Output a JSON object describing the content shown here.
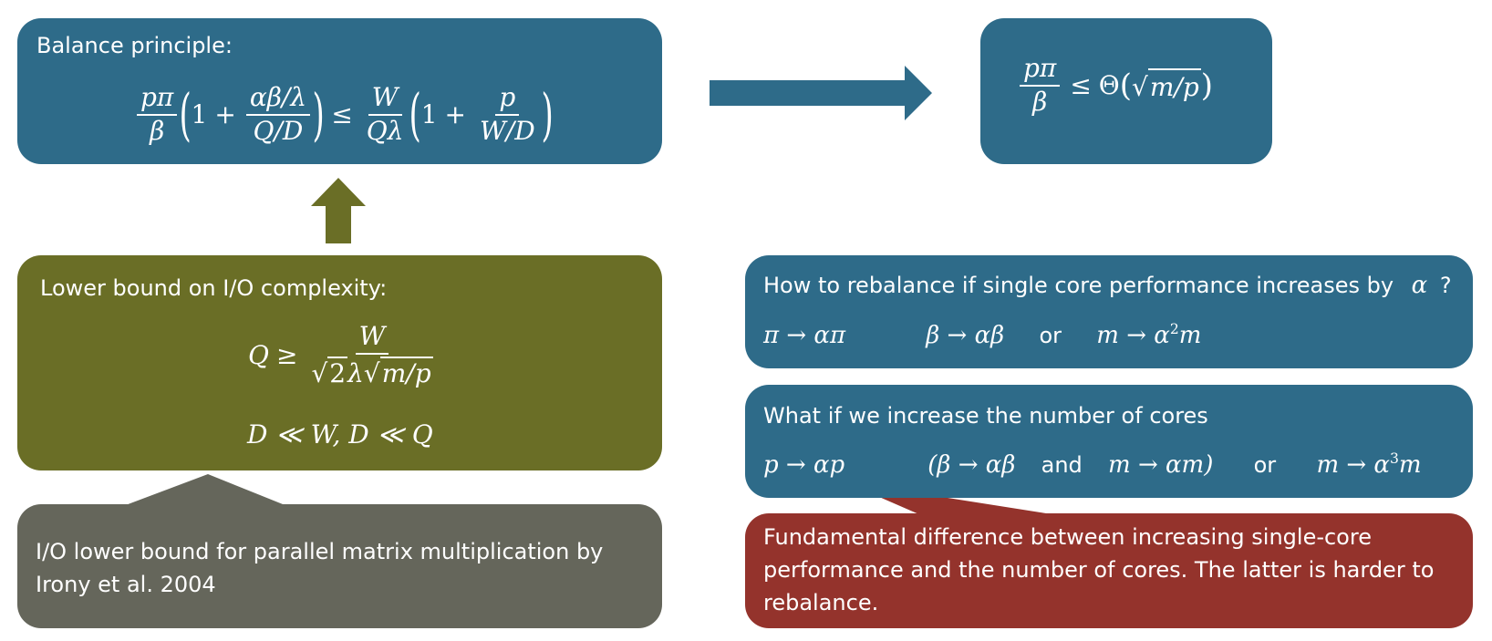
{
  "balance": {
    "heading": "Balance principle:",
    "lhs_num": "pπ",
    "lhs_den": "β",
    "one": "1",
    "plus": "+",
    "t1_num": "αβ/λ",
    "t1_den": "Q/D",
    "leq": "≤",
    "rhs_num": "W",
    "rhs_den": "Qλ",
    "t2_num": "p",
    "t2_den": "W/D"
  },
  "result": {
    "num": "pπ",
    "den": "β",
    "leq": "≤",
    "theta": "Θ",
    "radicand": "m/p"
  },
  "lower_bound": {
    "heading": "Lower bound on I/O complexity:",
    "lhs": "Q",
    "geq": "≥",
    "num": "W",
    "den_root": "2",
    "den_lambda": "λ",
    "den_radicand": "m/p",
    "condition": "D ≪ W, D ≪ Q"
  },
  "citation": {
    "text": "I/O lower bound for parallel matrix multiplication by Irony et al. 2004"
  },
  "rebalance_single": {
    "question": "How to rebalance if single core performance increases by",
    "factor": "α",
    "qmark": "?",
    "expr1": "π → απ",
    "expr2": "β → αβ",
    "or": "or",
    "expr3_base": "m → α",
    "expr3_exp": "2",
    "expr3_tail": "m"
  },
  "rebalance_cores": {
    "question": "What if we increase the number of cores",
    "expr1": "p → αp",
    "expr2_open": "(β → αβ",
    "and": "and",
    "expr2_close": "m → αm)",
    "or": "or",
    "expr3_base": "m → α",
    "expr3_exp": "3",
    "expr3_tail": "m"
  },
  "note": {
    "text": "Fundamental difference between increasing single-core performance and the number of cores. The latter is harder to rebalance."
  },
  "colors": {
    "blue": "#2e6b89",
    "olive": "#6a6e26",
    "gray": "#65665b",
    "red": "#94332c"
  }
}
